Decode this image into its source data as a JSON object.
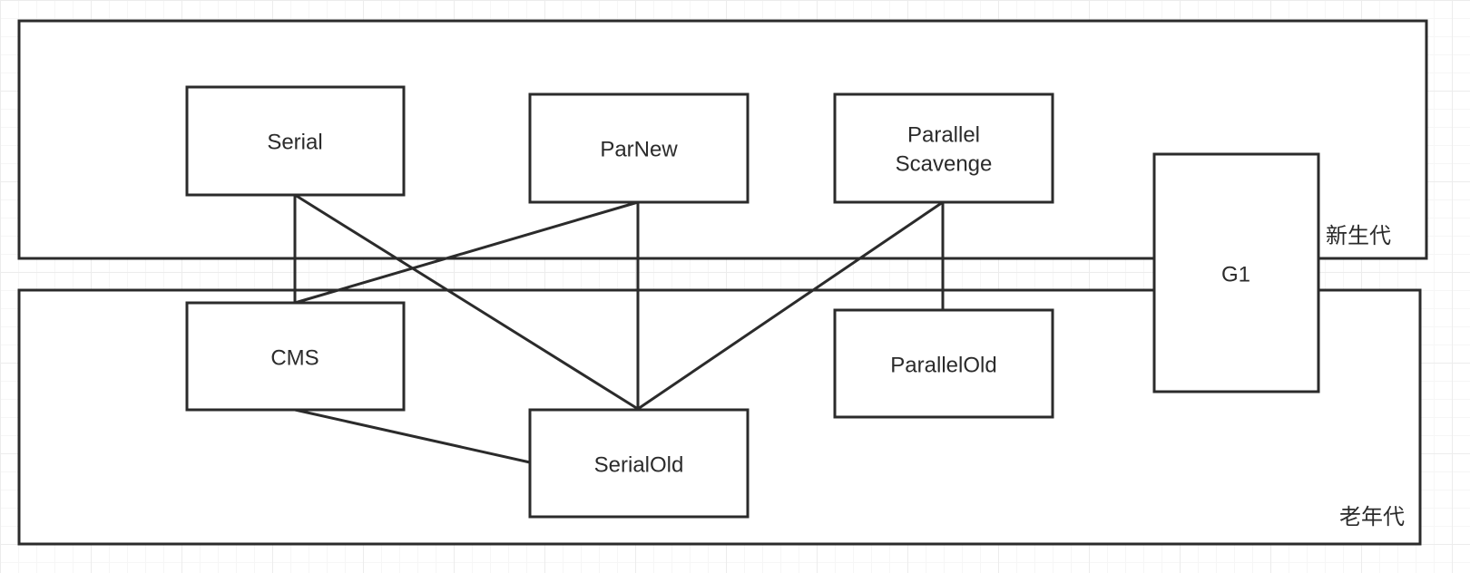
{
  "regions": {
    "young": {
      "label": "新生代"
    },
    "old": {
      "label": "老年代"
    }
  },
  "nodes": {
    "serial": {
      "label": "Serial"
    },
    "parnew": {
      "label": "ParNew"
    },
    "parallel_scavenge": {
      "line1": "Parallel",
      "line2": "Scavenge"
    },
    "g1": {
      "label": "G1"
    },
    "cms": {
      "label": "CMS"
    },
    "serial_old": {
      "label": "SerialOld"
    },
    "parallel_old": {
      "label": "ParallelOld"
    }
  },
  "edges": [
    {
      "from": "serial",
      "to": "cms"
    },
    {
      "from": "serial",
      "to": "serial_old"
    },
    {
      "from": "parnew",
      "to": "cms"
    },
    {
      "from": "parnew",
      "to": "serial_old"
    },
    {
      "from": "parallel_scavenge",
      "to": "serial_old"
    },
    {
      "from": "parallel_scavenge",
      "to": "parallel_old"
    },
    {
      "from": "cms",
      "to": "serial_old"
    }
  ]
}
